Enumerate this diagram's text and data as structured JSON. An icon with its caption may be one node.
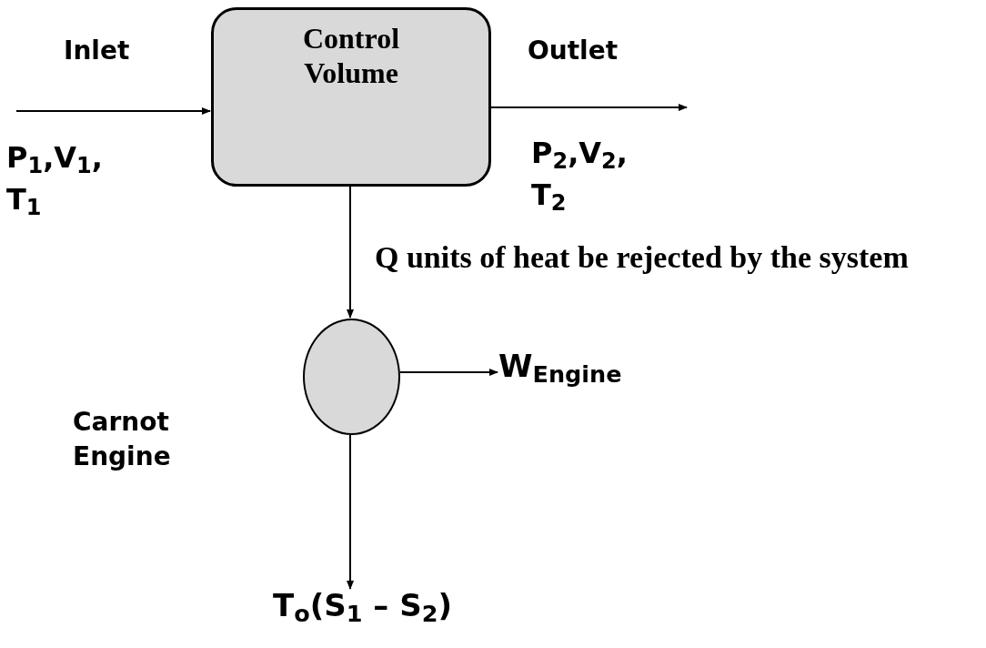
{
  "diagram": {
    "nodes": [
      {
        "text": [
          "Control Volume"
        ]
      },
      {
        "text": [],
        "shape": "circle"
      },
      {
        "text": [
          "W$_{Engine}$"
        ]
      },
      {
        "text": [
          "T$_{o}$(S$_{1}$ – S$_{2}$)"
        ]
      }
    ],
    "edges": [
      {
        "from": null,
        "to": 0,
        "arrow": "to",
        "label": "Inlet"
      },
      {
        "from": 0,
        "to": null,
        "arrow": "to",
        "label": "Outlet"
      },
      {
        "from": 0,
        "to": 1,
        "arrow": "to",
        "label": "Q units of heat be rejected by the system"
      },
      {
        "from": 1,
        "to": 2,
        "arrow": "to"
      },
      {
        "from": 1,
        "to": 3,
        "arrow": "to"
      }
    ],
    "labels": [
      "P$_{1}$,V$_{1}$, T$_{1}$",
      "P$_{2}$,V$_{2}$, T$_{2}$",
      "Carnot Engine"
    ]
  }
}
